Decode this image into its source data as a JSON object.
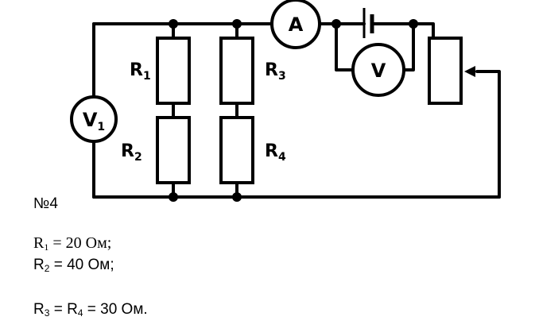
{
  "diagram": {
    "meters": {
      "ammeter": "A",
      "voltmeter": "V",
      "voltmeter1": {
        "letter": "V",
        "index": "1"
      }
    },
    "resistors": {
      "r1": {
        "letter": "R",
        "index": "1"
      },
      "r2": {
        "letter": "R",
        "index": "2"
      },
      "r3": {
        "letter": "R",
        "index": "3"
      },
      "r4": {
        "letter": "R",
        "index": "4"
      }
    }
  },
  "problem": {
    "number": "№4",
    "given": {
      "r1": {
        "letter": "R",
        "index": "1",
        "value": " = 20 Ом;"
      },
      "r2": {
        "letter": "R",
        "index": "2",
        "value": " = 40 Ом;"
      },
      "r3r4": {
        "letter1": "R",
        "index1": "3",
        "mid": " = R",
        "index2": "4",
        "value": " = 30 Ом."
      }
    }
  }
}
